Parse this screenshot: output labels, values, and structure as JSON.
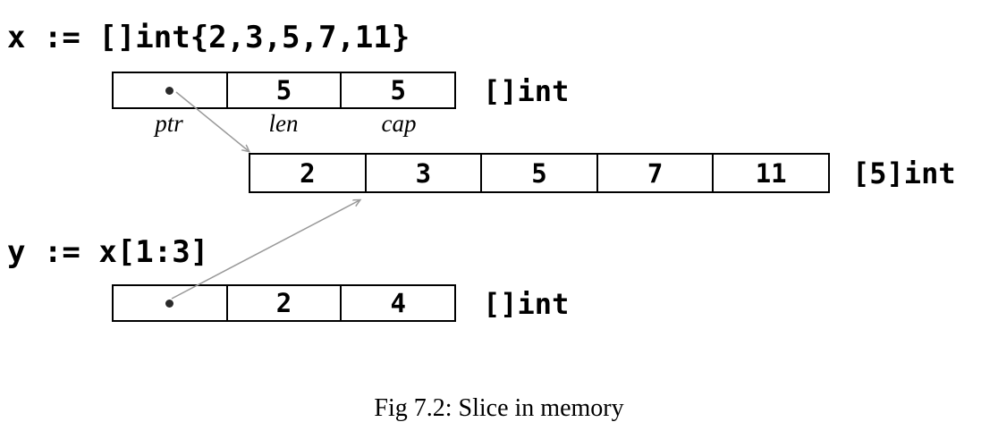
{
  "colors": {
    "border": "#000000",
    "arrow": "#999999",
    "text": "#000000"
  },
  "code_x": "x := []int{2,3,5,7,11}",
  "code_y": "y := x[1:3]",
  "slice_x": {
    "field_labels": [
      "ptr",
      "len",
      "cap"
    ],
    "len": "5",
    "cap": "5",
    "type": "[]int"
  },
  "array": {
    "values": [
      "2",
      "3",
      "5",
      "7",
      "11"
    ],
    "type": "[5]int"
  },
  "slice_y": {
    "len": "2",
    "cap": "4",
    "type": "[]int"
  },
  "caption": "Fig 7.2: Slice in memory"
}
